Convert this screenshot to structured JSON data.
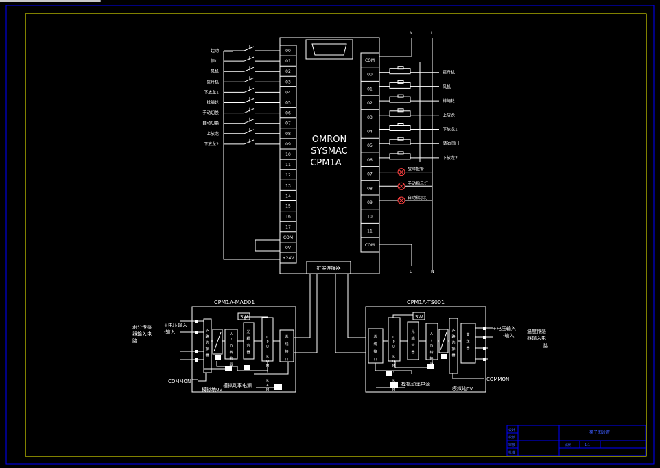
{
  "plc": {
    "brand": "OMRON",
    "series": "SYSMAC",
    "model": "CPM1A",
    "input_terminals": [
      "00",
      "01",
      "02",
      "03",
      "04",
      "05",
      "06",
      "07",
      "08",
      "09",
      "10",
      "11",
      "12",
      "13",
      "14",
      "15",
      "16",
      "17",
      "COM",
      "0V",
      "+24V"
    ],
    "output_terminals": [
      "COM",
      "00",
      "01",
      "02",
      "03",
      "04",
      "05",
      "06",
      "07",
      "08",
      "09",
      "10",
      "11",
      "COM"
    ],
    "expansion_label": "扩展连接器"
  },
  "input_labels": [
    "起动",
    "停止",
    "风机",
    "提升机",
    "下放龙1",
    "排绳轮",
    "手动切换",
    "自动切换",
    "上放龙",
    "下放龙2"
  ],
  "output_labels": [
    "提升机",
    "风机",
    "排绳轮",
    "上放龙",
    "下放龙1",
    "储油阀门",
    "下放龙2"
  ],
  "lamp_labels": [
    "故障报警",
    "手动指示灯",
    "自动指示灯"
  ],
  "power": {
    "n": "N",
    "l": "L"
  },
  "mad": {
    "title": "CPM1A-MAD01",
    "sw": "SW",
    "blocks": [
      "多路选择器",
      "A/D转换器",
      "光耦合器",
      "CPU ROM/ RAM",
      "总线接口"
    ],
    "sensor_line1": "水分传感",
    "sensor_line2": "器输入电",
    "sensor_line3": "路",
    "in_plus": "+电压输入",
    "in_minus": "-输入",
    "common": "COMMON",
    "supply": "模拟动率电源",
    "ground": "模拟地0V"
  },
  "ts": {
    "title": "CPM1A-TS001",
    "sw": "SW",
    "blocks": [
      "总线接口",
      "CPU ROM/ RAM",
      "光耦合器",
      "A/D转换器",
      "多路选择器",
      "变送器"
    ],
    "sensor_line1": "温度传感",
    "sensor_line2": "器输入电",
    "sensor_line3": "路",
    "in_plus": "+电压输入",
    "in_minus": "-输入",
    "common": "COMMON",
    "supply": "模拟动率电源",
    "ground": "模拟地0V"
  },
  "title_block": {
    "title": "梯子图设置",
    "row_labels": [
      "设计",
      "校核",
      "审核",
      "批准"
    ],
    "scale_label": "比例",
    "scale_value": "1:1"
  },
  "colors": {
    "line": "#ffffff",
    "border": "#ffff00",
    "title_block": "#0000ff",
    "lamp": "#ff4040"
  }
}
